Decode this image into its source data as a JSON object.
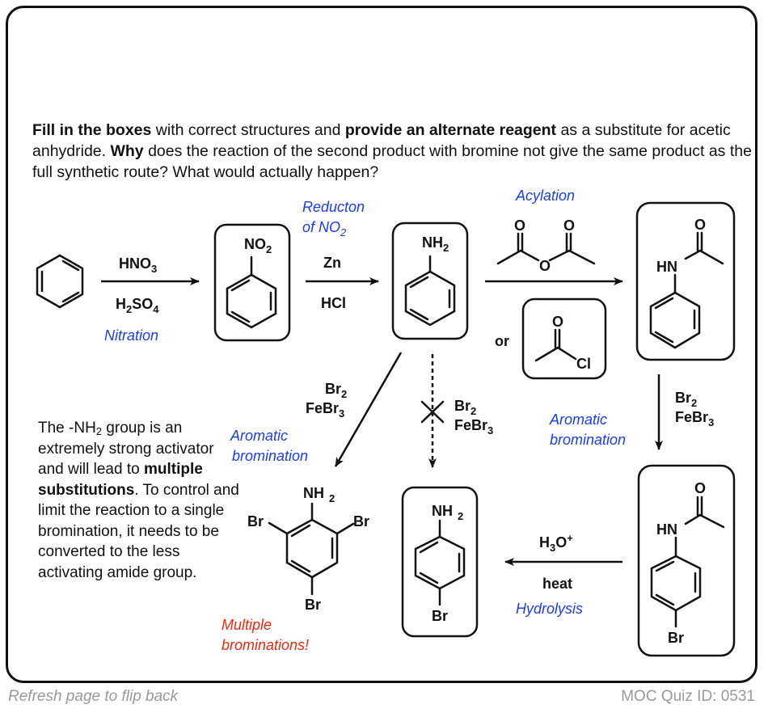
{
  "prompt": {
    "p1_bold": "Fill in the boxes",
    "p2": " with correct structures and ",
    "p3_bold": "provide an alternate reagent",
    "p4": " as a substitute for acetic anhydride. ",
    "p5_bold": "Why",
    "p6": " does the reaction of the second product with bromine not give the same product as the full synthetic route? What would actually happen?"
  },
  "scheme": {
    "step1": {
      "reagent_top": "HNO",
      "reagent_top_sub": "3",
      "reagent_bottom": "H",
      "reagent_bottom_sub1": "2",
      "reagent_bottom_mid": "SO",
      "reagent_bottom_sub2": "4",
      "label": "Nitration"
    },
    "step2": {
      "reagent_top": "Zn",
      "reagent_bottom": "HCl",
      "label_line1": "Reducton",
      "label_line2": "of NO",
      "label_line2_sub": "2"
    },
    "step3": {
      "label": "Acylation",
      "or_text": "or",
      "alt_reagent_atoms": [
        "O",
        "Cl"
      ],
      "anhydride_atoms": [
        "O",
        "O",
        "O"
      ]
    },
    "step4": {
      "reagent_top": "Br",
      "reagent_top_sub": "2",
      "reagent_bottom": "FeBr",
      "reagent_bottom_sub": "3",
      "label_line1": "Aromatic",
      "label_line2": "bromination"
    },
    "step5": {
      "reagent_top": "H",
      "reagent_top_sub": "3",
      "reagent_top_rest": "O",
      "reagent_top_sup": "+",
      "reagent_bottom": "heat",
      "label": "Hydrolysis"
    },
    "side_step": {
      "reagent_top": "Br",
      "reagent_top_sub": "2",
      "reagent_bottom": "FeBr",
      "reagent_bottom_sub": "3",
      "label_line1": "Aromatic",
      "label_line2": "bromination",
      "result_line1": "Multiple",
      "result_line2": "brominations!"
    },
    "blocked_step": {
      "reagent_top": "Br",
      "reagent_top_sub": "2",
      "reagent_bottom": "FeBr",
      "reagent_bottom_sub": "3"
    },
    "structures": {
      "benzene": "benzene",
      "nitrobenzene": {
        "substituent": "NO",
        "substituent_sub": "2"
      },
      "aniline": {
        "substituent": "NH",
        "substituent_sub": "2"
      },
      "acetanilide": {
        "n_label": "HN",
        "o_label": "O"
      },
      "bromoacetanilide": {
        "n_label": "HN",
        "o_label": "O",
        "para": "Br"
      },
      "bromoaniline": {
        "substituent": "NH",
        "substituent_sub": "2",
        "para": "Br"
      },
      "tribromoaniline": {
        "substituent": "NH",
        "substituent_sub": "2",
        "ortho1": "Br",
        "ortho2": "Br",
        "para": "Br"
      }
    }
  },
  "explanation": {
    "t1": "The -NH",
    "t1_sub": "2",
    "t2": " group is an extremely strong activator and will lead to ",
    "t3_bold": "multiple substitutions",
    "t4": ". To control and limit the reaction to a single bromination, it needs to be converted to the less activating amide group."
  },
  "footer": {
    "left": "Refresh page to flip back",
    "right": "MOC Quiz ID: 0531"
  },
  "colors": {
    "annotation_blue": "#1a3cf5",
    "annotation_red": "#f0260e",
    "footer_gray": "#9a9a9a"
  }
}
